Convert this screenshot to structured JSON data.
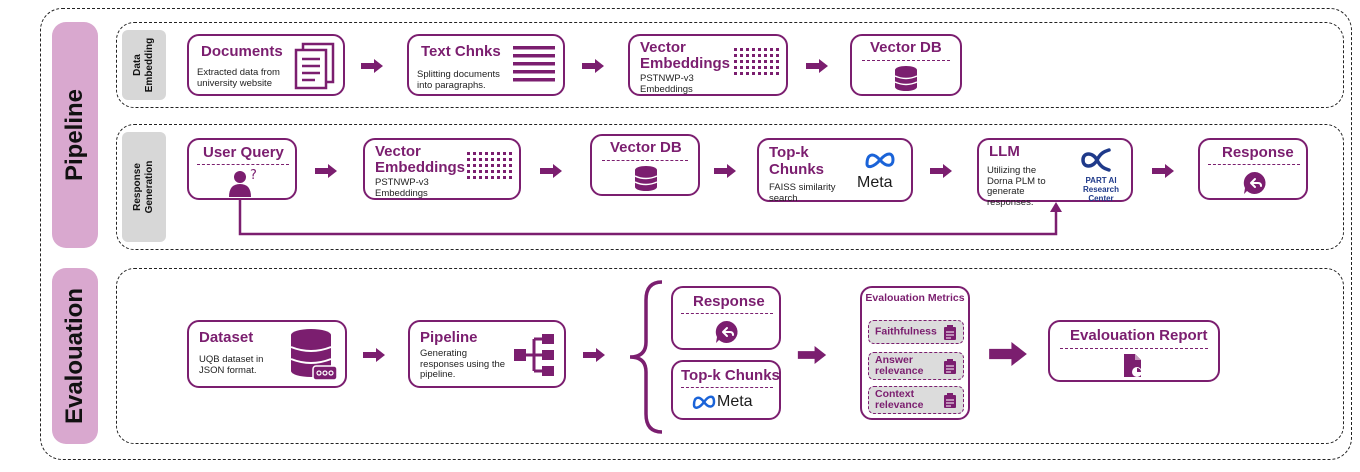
{
  "sections": {
    "pipeline": "Pipeline",
    "evaluation": "Evalouation",
    "data_embedding": "Data Embedding",
    "response_generation": "Response Generation"
  },
  "row1": {
    "documents": {
      "title": "Documents",
      "desc": "Extracted data from university website"
    },
    "text_chunks": {
      "title": "Text Chnks",
      "desc": "Splitting documents into paragraphs."
    },
    "vector_embeddings": {
      "title": "Vector Embeddings",
      "desc": "PSTNWP-v3 Embeddings"
    },
    "vector_db": {
      "title": "Vector DB"
    }
  },
  "row2": {
    "user_query": {
      "title": "User Query"
    },
    "vector_embeddings": {
      "title": "Vector Embeddings",
      "desc": "PSTNWP-v3 Embeddings"
    },
    "vector_db": {
      "title": "Vector DB"
    },
    "topk": {
      "title": "Top-k Chunks",
      "desc": "FAISS similarity search",
      "logo": "Meta"
    },
    "llm": {
      "title": "LLM",
      "desc": "Utilizing the Dorna PLM to generate responses.",
      "logo_line1": "PART AI",
      "logo_line2": "Research Center"
    },
    "response": {
      "title": "Response"
    }
  },
  "eval": {
    "dataset": {
      "title": "Dataset",
      "desc": "UQB dataset in JSON format."
    },
    "pipeline": {
      "title": "Pipeline",
      "desc": "Generating responses using the pipeline."
    },
    "response": {
      "title": "Response"
    },
    "topk": {
      "title": "Top-k Chunks",
      "logo": "Meta"
    },
    "metrics": {
      "title": "Evalouation Metrics",
      "items": [
        "Faithfulness",
        "Answer relevance",
        "Context relevance"
      ]
    },
    "report": {
      "title": "Evalouation Report"
    }
  },
  "colors": {
    "accent": "#7b1e6f",
    "side_label": "#d9a8cf",
    "sub_label": "#d7d7d7"
  }
}
